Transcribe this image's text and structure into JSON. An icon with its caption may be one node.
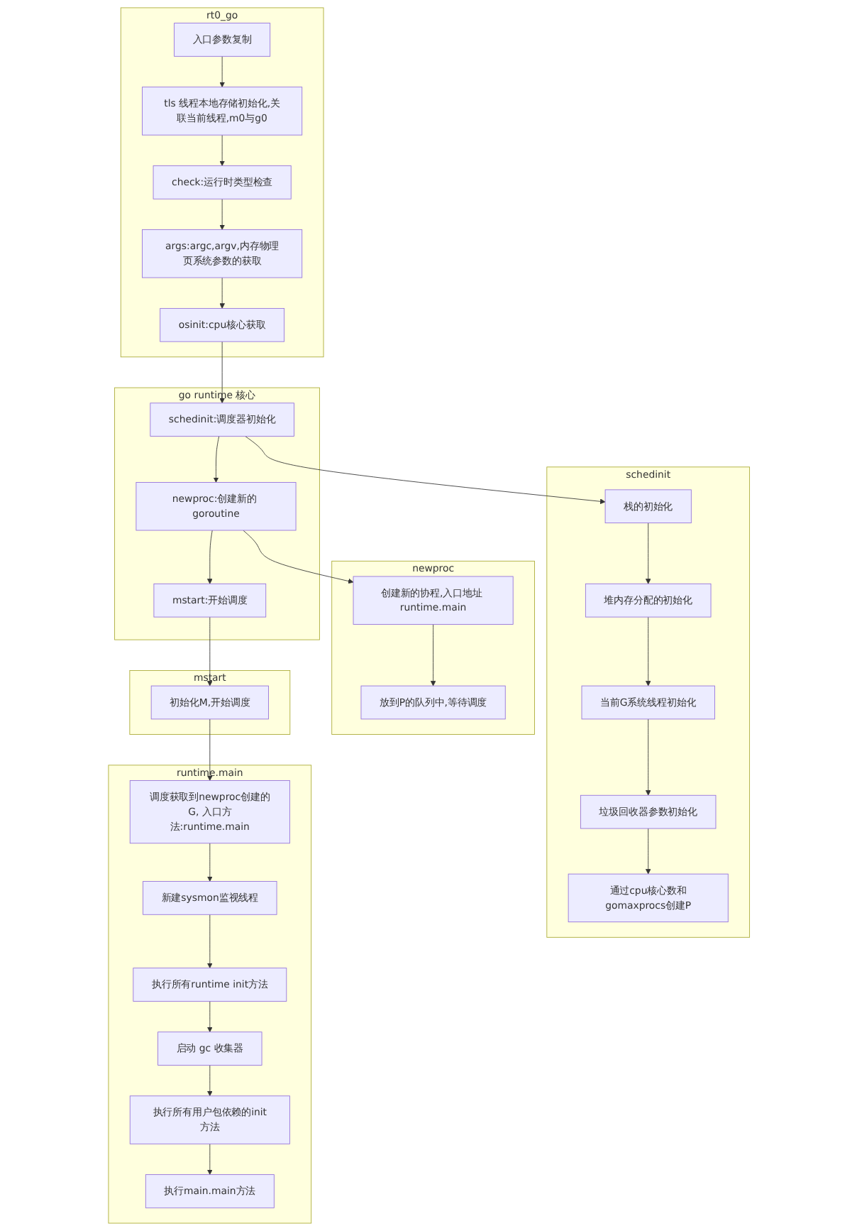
{
  "diagram": {
    "nodes": [
      {
        "text": [
          "rt0_go"
        ]
      },
      {
        "text": [
          "入口参数复制"
        ],
        "in": 0
      },
      {
        "text": [
          "tls 线程本地存储初始化,关联当前线程,m0与g0"
        ],
        "in": 0
      },
      {
        "text": [
          "check:运行时类型检查"
        ],
        "in": 0
      },
      {
        "text": [
          "args:argc,argv,内存物理页系统参数的获取"
        ],
        "in": 0
      },
      {
        "text": [
          "osinit:cpu核心获取"
        ],
        "in": 0
      },
      {
        "text": [
          "go runtime 核心"
        ]
      },
      {
        "text": [
          "schedinit:调度器初始化"
        ],
        "in": 6
      },
      {
        "text": [
          "newproc:创建新的 goroutine"
        ],
        "in": 6
      },
      {
        "text": [
          "mstart:开始调度"
        ],
        "in": 6
      },
      {
        "text": [
          "schedinit"
        ]
      },
      {
        "text": [
          "栈的初始化"
        ],
        "in": 10
      },
      {
        "text": [
          "堆内存分配的初始化"
        ],
        "in": 10
      },
      {
        "text": [
          "当前G系统线程初始化"
        ],
        "in": 10
      },
      {
        "text": [
          "垃圾回收器参数初始化"
        ],
        "in": 10
      },
      {
        "text": [
          "通过cpu核心数和gomaxprocs创建P"
        ],
        "in": 10
      },
      {
        "text": [
          "newproc"
        ]
      },
      {
        "text": [
          "创建新的协程,入口地址 runtime.main"
        ],
        "in": 16
      },
      {
        "text": [
          "放到P的队列中,等待调度"
        ],
        "in": 16
      },
      {
        "text": [
          "mstart"
        ]
      },
      {
        "text": [
          "初始化M,开始调度"
        ],
        "in": 19
      },
      {
        "text": [
          "runtime.main"
        ]
      },
      {
        "text": [
          "调度获取到newproc创建的G, 入口方法:runtime.main"
        ],
        "in": 21
      },
      {
        "text": [
          "新建sysmon监视线程"
        ],
        "in": 21
      },
      {
        "text": [
          "执行所有runtime init方法"
        ],
        "in": 21
      },
      {
        "text": [
          "启动 gc 收集器"
        ],
        "in": 21
      },
      {
        "text": [
          "执行所有用户包依赖的init方法"
        ],
        "in": 21
      },
      {
        "text": [
          "执行main.main方法"
        ],
        "in": 21
      }
    ],
    "edges": [
      {
        "from": 1,
        "to": 2,
        "arrow": "to"
      },
      {
        "from": 2,
        "to": 3,
        "arrow": "to"
      },
      {
        "from": 3,
        "to": 4,
        "arrow": "to"
      },
      {
        "from": 4,
        "to": 5,
        "arrow": "to"
      },
      {
        "from": 5,
        "to": 7,
        "arrow": "to"
      },
      {
        "from": 7,
        "to": 11,
        "arrow": "to"
      },
      {
        "from": 7,
        "to": 8,
        "arrow": "to"
      },
      {
        "from": 8,
        "to": 17,
        "arrow": "to"
      },
      {
        "from": 8,
        "to": 9,
        "arrow": "to"
      },
      {
        "from": 11,
        "to": 12,
        "arrow": "to"
      },
      {
        "from": 12,
        "to": 13,
        "arrow": "to"
      },
      {
        "from": 13,
        "to": 14,
        "arrow": "to"
      },
      {
        "from": 14,
        "to": 15,
        "arrow": "to"
      },
      {
        "from": 17,
        "to": 18,
        "arrow": "to"
      },
      {
        "from": 9,
        "to": 20,
        "arrow": "to"
      },
      {
        "from": 20,
        "to": 22,
        "arrow": "to"
      },
      {
        "from": 22,
        "to": 23,
        "arrow": "to"
      },
      {
        "from": 23,
        "to": 24,
        "arrow": "to"
      },
      {
        "from": 24,
        "to": 25,
        "arrow": "to"
      },
      {
        "from": 25,
        "to": 26,
        "arrow": "to"
      },
      {
        "from": 26,
        "to": 27,
        "arrow": "to"
      }
    ]
  }
}
